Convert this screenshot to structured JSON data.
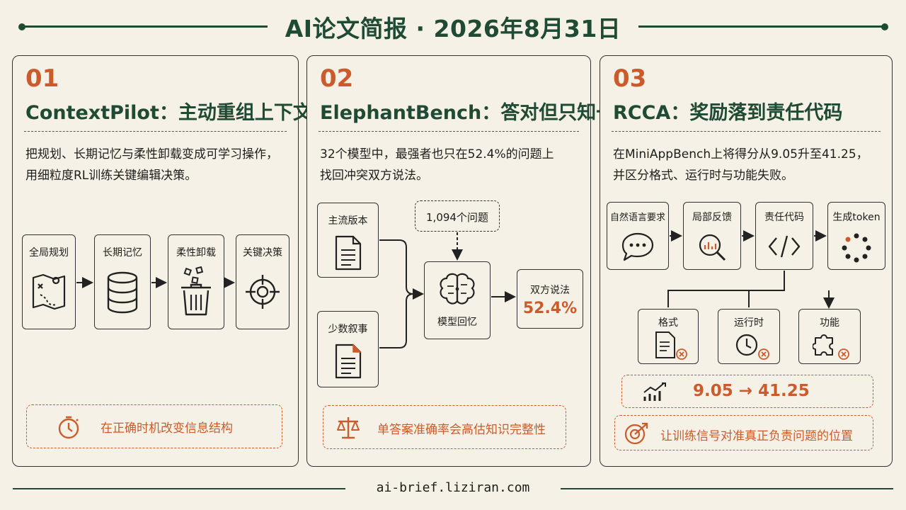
{
  "header": {
    "title": "AI论文简报 · 2026年8月31日"
  },
  "footer": {
    "url": "ai-brief.liziran.com"
  },
  "papers": [
    {
      "number": "01",
      "title": "ContextPilot：主动重组上下文",
      "desc_lines": [
        "把规划、长期记忆与柔性卸载变成可学习操作，",
        "用细粒度RL训练关键编辑决策。"
      ],
      "steps": [
        {
          "label": "全局规划",
          "icon": "map-icon"
        },
        {
          "label": "长期记忆",
          "icon": "database-icon"
        },
        {
          "label": "柔性卸载",
          "icon": "trash-icon"
        },
        {
          "label": "关键决策",
          "icon": "target-icon"
        }
      ],
      "callout": {
        "text": "在正确时机改变信息结构",
        "icon": "stopwatch-icon"
      }
    },
    {
      "number": "02",
      "title": "ElephantBench：答对但只知一面",
      "desc_lines": [
        "32个模型中，最强者也只在52.4%的问题上",
        "找回冲突双方说法。"
      ],
      "mainstream": {
        "label": "主流版本",
        "icon": "document-icon"
      },
      "minority": {
        "label": "少数叙事",
        "icon": "document-icon"
      },
      "questions": "1,094个问题",
      "model": {
        "label": "模型回忆",
        "icon": "brain-icon"
      },
      "result": {
        "label": "双方说法",
        "value": "52.4%"
      },
      "callout": {
        "text": "单答案准确率会高估知识完整性",
        "icon": "scale-icon"
      }
    },
    {
      "number": "03",
      "title": "RCCA：奖励落到责任代码",
      "desc_lines": [
        "在MiniAppBench上将得分从9.05升至41.25，",
        "并区分格式、运行时与功能失败。"
      ],
      "pipeline": [
        {
          "label": "自然语言要求",
          "icon": "chat-icon"
        },
        {
          "label": "局部反馈",
          "icon": "chart-search-icon"
        },
        {
          "label": "责任代码",
          "icon": "code-icon"
        },
        {
          "label": "生成token",
          "icon": "loading-icon"
        }
      ],
      "failures": [
        {
          "label": "格式",
          "icon": "document-x-icon"
        },
        {
          "label": "运行时",
          "icon": "clock-x-icon"
        },
        {
          "label": "功能",
          "icon": "puzzle-x-icon"
        }
      ],
      "score": {
        "text": "9.05 → 41.25",
        "icon": "growth-chart-icon"
      },
      "callout": {
        "text": "让训练信号对准真正负责问题的位置",
        "icon": "target-arrow-icon"
      }
    }
  ],
  "colors": {
    "accent": "#cc5b2c",
    "brand_green": "#1f4a34",
    "background": "#f6f1e6"
  }
}
